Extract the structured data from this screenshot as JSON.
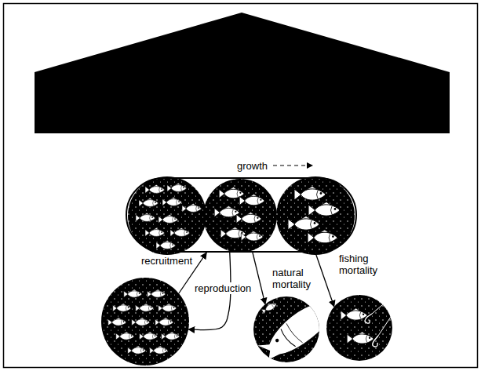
{
  "diagram": {
    "nodes": [
      {
        "text": [
          "growth"
        ]
      },
      {
        "text": [
          "recruitment"
        ]
      },
      {
        "text": [
          "natural mortality"
        ]
      },
      {
        "text": [
          "fishing mortality"
        ]
      }
    ],
    "edges": [
      {
        "from": 1,
        "to": 0,
        "arrow": "to"
      },
      {
        "from": 0,
        "to": 1,
        "label": "reproduction",
        "arrow": "to"
      },
      {
        "from": 0,
        "to": 2,
        "arrow": "to"
      },
      {
        "from": 0,
        "to": 3,
        "arrow": "to"
      }
    ]
  }
}
